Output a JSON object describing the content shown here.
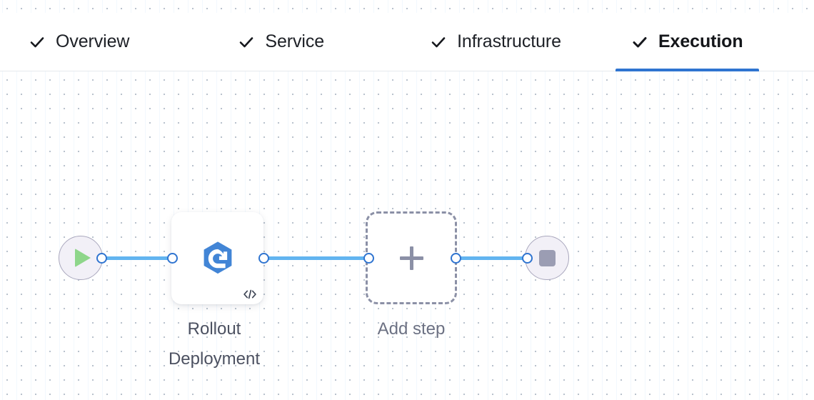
{
  "window": {
    "background_color": "#ffffff",
    "canvas_dot_color": "#b9c2cd",
    "canvas_rule_color": "#f2f8fd"
  },
  "tabs": {
    "accent_color": "#2f74d0",
    "items": [
      {
        "label": "Overview",
        "icon": "check-icon",
        "complete": true,
        "active": false
      },
      {
        "label": "Service",
        "icon": "check-icon",
        "complete": true,
        "active": false
      },
      {
        "label": "Infrastructure",
        "icon": "check-icon",
        "complete": true,
        "active": false
      },
      {
        "label": "Execution",
        "icon": "check-icon",
        "complete": true,
        "active": true
      }
    ]
  },
  "pipeline": {
    "start_node": {
      "name": "start",
      "icon": "play-icon",
      "icon_color": "#8ed68a",
      "fill_color": "#f2f0f7",
      "border_color": "#a9a7bd"
    },
    "end_node": {
      "name": "end",
      "icon": "stop-icon",
      "icon_color": "#9b9db3",
      "fill_color": "#f2f0f7",
      "border_color": "#a9a7bd"
    },
    "connector_color": "#62b4f0",
    "port_color": "#2f74d0",
    "steps": [
      {
        "name": "rollout-deployment",
        "caption_line_1": "Rollout",
        "caption_line_2": "Deployment",
        "icon": "rollout-hexagon-icon",
        "icon_color": "#4285d6",
        "badge_icon": "code-icon",
        "badge_color": "#3b4252"
      }
    ],
    "add_step": {
      "name": "add-step",
      "caption": "Add step",
      "icon": "plus-icon",
      "icon_color": "#8b90a6",
      "border_color": "#8b90a6"
    }
  }
}
